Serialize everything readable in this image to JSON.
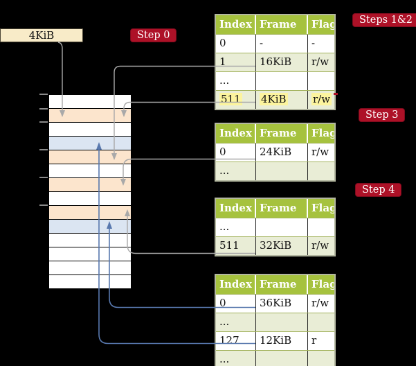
{
  "box": {
    "label": "4KiB"
  },
  "badges": {
    "step0": "Step 0",
    "steps12": "Steps 1&2",
    "step3": "Step 3",
    "step4": "Step 4"
  },
  "memory": {
    "rows": [
      "white",
      "peach",
      "white",
      "blue",
      "peach",
      "white",
      "peach",
      "white",
      "peach",
      "blue",
      "white",
      "white",
      "white",
      "white"
    ],
    "tick_count": 6
  },
  "tables": [
    {
      "header": [
        "Index",
        "Frame",
        "Flags"
      ],
      "rows": [
        {
          "cells": [
            "0",
            "-",
            "-"
          ],
          "shaded": false,
          "highlight": false
        },
        {
          "cells": [
            "1",
            "16KiB",
            "r/w"
          ],
          "shaded": true,
          "highlight": false
        },
        {
          "cells": [
            "...",
            "",
            ""
          ],
          "shaded": false,
          "highlight": false
        },
        {
          "cells": [
            "511",
            "4KiB",
            "r/w"
          ],
          "shaded": true,
          "highlight": true
        }
      ]
    },
    {
      "header": [
        "Index",
        "Frame",
        "Flags"
      ],
      "rows": [
        {
          "cells": [
            "0",
            "24KiB",
            "r/w"
          ],
          "shaded": false,
          "highlight": false
        },
        {
          "cells": [
            "...",
            "",
            ""
          ],
          "shaded": true,
          "highlight": false
        }
      ]
    },
    {
      "header": [
        "Index",
        "Frame",
        "Flags"
      ],
      "rows": [
        {
          "cells": [
            "...",
            "",
            ""
          ],
          "shaded": false,
          "highlight": false
        },
        {
          "cells": [
            "511",
            "32KiB",
            "r/w"
          ],
          "shaded": true,
          "highlight": false
        }
      ]
    },
    {
      "header": [
        "Index",
        "Frame",
        "Flags"
      ],
      "rows": [
        {
          "cells": [
            "0",
            "36KiB",
            "r/w"
          ],
          "shaded": false,
          "highlight": false
        },
        {
          "cells": [
            "...",
            "",
            ""
          ],
          "shaded": true,
          "highlight": false
        },
        {
          "cells": [
            "127",
            "12KiB",
            "r"
          ],
          "shaded": false,
          "highlight": false
        },
        {
          "cells": [
            "...",
            "",
            ""
          ],
          "shaded": true,
          "highlight": false
        }
      ]
    }
  ],
  "colors": {
    "badge_red": "#ad1127",
    "table_header_green": "#a6c23e",
    "table_row_green": "#e9edd6",
    "frame_peach": "#fce5cd",
    "frame_blue": "#dbe5f2",
    "highlight_yellow": "#fcf49e",
    "legend_box_cream": "#f8ebc8",
    "arrow_gray": "#a9a9a9",
    "arrow_blue": "#5878ae"
  }
}
